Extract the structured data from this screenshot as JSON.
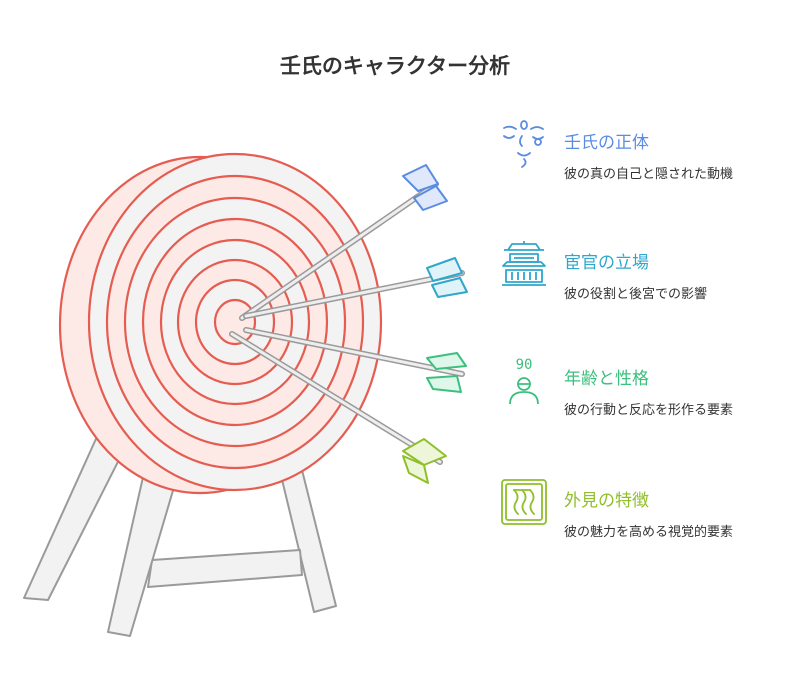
{
  "title": "壬氏のキャラクター分析",
  "items": [
    {
      "label": "壬氏の正体",
      "desc": "彼の真の自己と隠された動機",
      "icon": "face-mask-icon",
      "color": "#5b8ce0"
    },
    {
      "label": "宦官の立場",
      "desc": "彼の役割と後宮での影響",
      "icon": "palace-icon",
      "color": "#2fa7cc"
    },
    {
      "label": "年齢と性格",
      "desc": "彼の行動と反応を形作る要素",
      "icon": "age-person-icon",
      "color": "#3cc07d",
      "icon_text": "90"
    },
    {
      "label": "外見の特徴",
      "desc": "彼の魅力を高める視覚的要素",
      "icon": "hair-strands-icon",
      "color": "#8fbf2a"
    }
  ],
  "colors": {
    "target_ring": "#e55c50",
    "target_fill": "#fde9e6",
    "wood_fill": "#f2f2f2",
    "wood_stroke": "#9a9a9a"
  }
}
